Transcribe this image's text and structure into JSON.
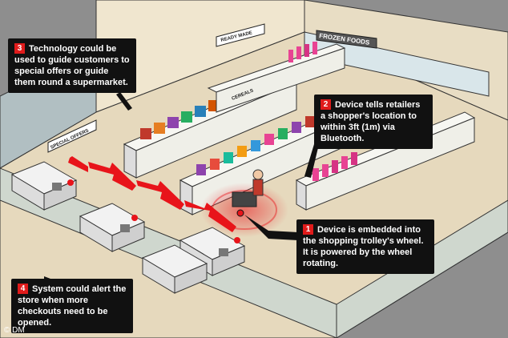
{
  "signs": {
    "frozen_foods": "FROZEN FOODS",
    "ready_made": "READY MADE",
    "special_offers": "SPECIAL OFFERS",
    "cereals": "CEREALS"
  },
  "callouts": [
    {
      "num": "1",
      "text": "Device is embedded into the shopping trolley's wheel. It is powered by the wheel rotating."
    },
    {
      "num": "2",
      "text": "Device tells retailers a shopper's location to within 3ft (1m) via Bluetooth."
    },
    {
      "num": "3",
      "text": "Technology could be used to guide customers to special offers or guide them round a supermarket."
    },
    {
      "num": "4",
      "text": "System could alert the store when more checkouts need to be opened."
    }
  ],
  "credit": "© DM",
  "colors": {
    "floor": "#e8dcc3",
    "wall": "#f4ead6",
    "outer_ground": "#9a9a9a",
    "arrow": "#e8141a",
    "callout_bg": "#111111",
    "number_box": "#e01b1b"
  }
}
